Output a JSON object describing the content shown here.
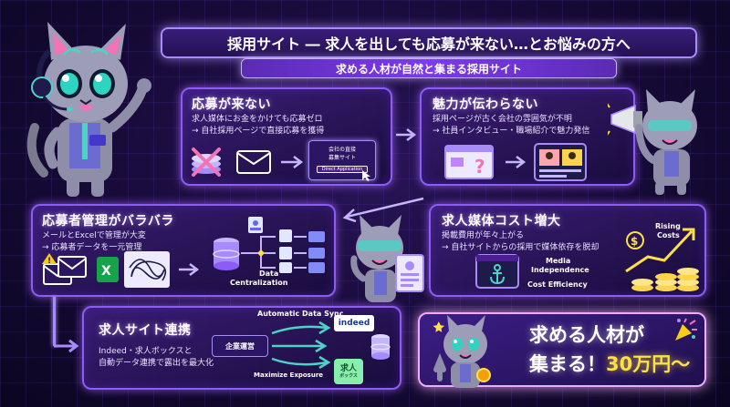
{
  "header": {
    "title": "採用サイト ― 求人を出しても応募が来ない…とお悩みの方へ",
    "subtitle": "求める人材が自然と集まる採用サイト"
  },
  "panels": {
    "no_applicants": {
      "title": "応募が来ない",
      "line1": "求人媒体にお金をかけても応募ゼロ",
      "line2": "→ 自社採用ページで直接応募を獲得",
      "mini_site_line1": "会社の直接",
      "mini_site_line2": "募集サイト",
      "mini_site_button": "Direct Application"
    },
    "no_appeal": {
      "title": "魅力が伝わらない",
      "line1": "採用ページが古く会社の雰囲気が不明",
      "line2": "→ 社員インタビュー・職場紹介で魅力発信"
    },
    "management": {
      "title": "応募者管理がバラバラ",
      "line1": "メールとExcelで管理が大変",
      "line2": "→ 応募者データを一元管理",
      "centralization_line1": "Data",
      "centralization_line2": "Centralization"
    },
    "media_cost": {
      "title": "求人媒体コスト増大",
      "line1": "掲載費用が年々上がる",
      "line2": "→ 自社サイトからの採用で媒体依存を脱却",
      "rising_line1": "Rising",
      "rising_line2": "Costs",
      "independence_line1": "Media",
      "independence_line2": "Independence",
      "efficiency": "Cost Efficiency"
    },
    "integration": {
      "title": "求人サイト連携",
      "line1": "Indeed・求人ボックスと",
      "line2": "自動データ連携で露出を最大化",
      "sync_label": "Automatic Data Sync",
      "company_box": "企業運営",
      "exposure_label": "Maximize Exposure",
      "indeed_label": "indeed",
      "box_label_top": "求人",
      "box_label_bottom": "ボックス"
    }
  },
  "result": {
    "line1": "求める人材が",
    "line2_prefix": "集まる！",
    "price": "30万円〜"
  },
  "colors": {
    "accent": "#8b5cf6",
    "glow": "#c4b5fd",
    "highlight": "#fde047",
    "background": "#160a36"
  }
}
